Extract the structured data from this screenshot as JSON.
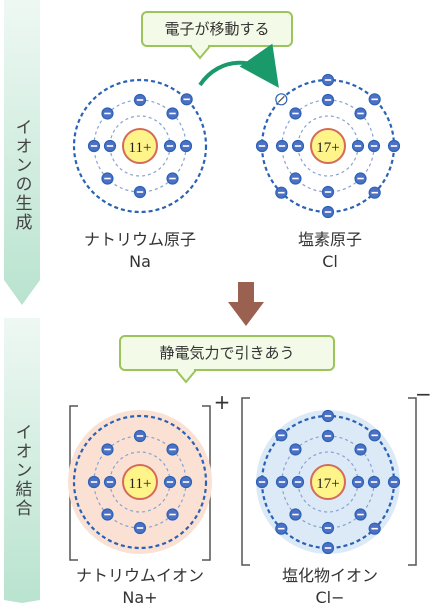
{
  "sections": {
    "ion_formation": "イオンの生成",
    "ionic_bond": "イオン結合"
  },
  "callouts": {
    "electron_moves": "電子が移動する",
    "electrostatic": "静電気力で引きあう"
  },
  "atoms": {
    "sodium": {
      "name": "ナトリウム原子",
      "symbol": "Na",
      "nucleus": "11+"
    },
    "chlorine": {
      "name": "塩素原子",
      "symbol": "Cl",
      "nucleus": "17+"
    }
  },
  "ions": {
    "sodium": {
      "name": "ナトリウムイオン",
      "symbol": "Na+",
      "nucleus": "11+",
      "charge": "+"
    },
    "chloride": {
      "name": "塩化物イオン",
      "symbol": "Cl−",
      "nucleus": "17+",
      "charge": "−"
    }
  },
  "colors": {
    "arrow_green": "#1a9a6a",
    "callout_border": "#9bc45a",
    "side_bar": "#d6efe3",
    "nucleus_fill": "#fff48a",
    "nucleus_border": "#d46a5a",
    "shell": "#2a63b5",
    "electron": "#4d70c4",
    "na_ion_fill": "#fbe1d4",
    "cl_ion_fill": "#dce9f7",
    "down_arrow": "#9a6150"
  }
}
